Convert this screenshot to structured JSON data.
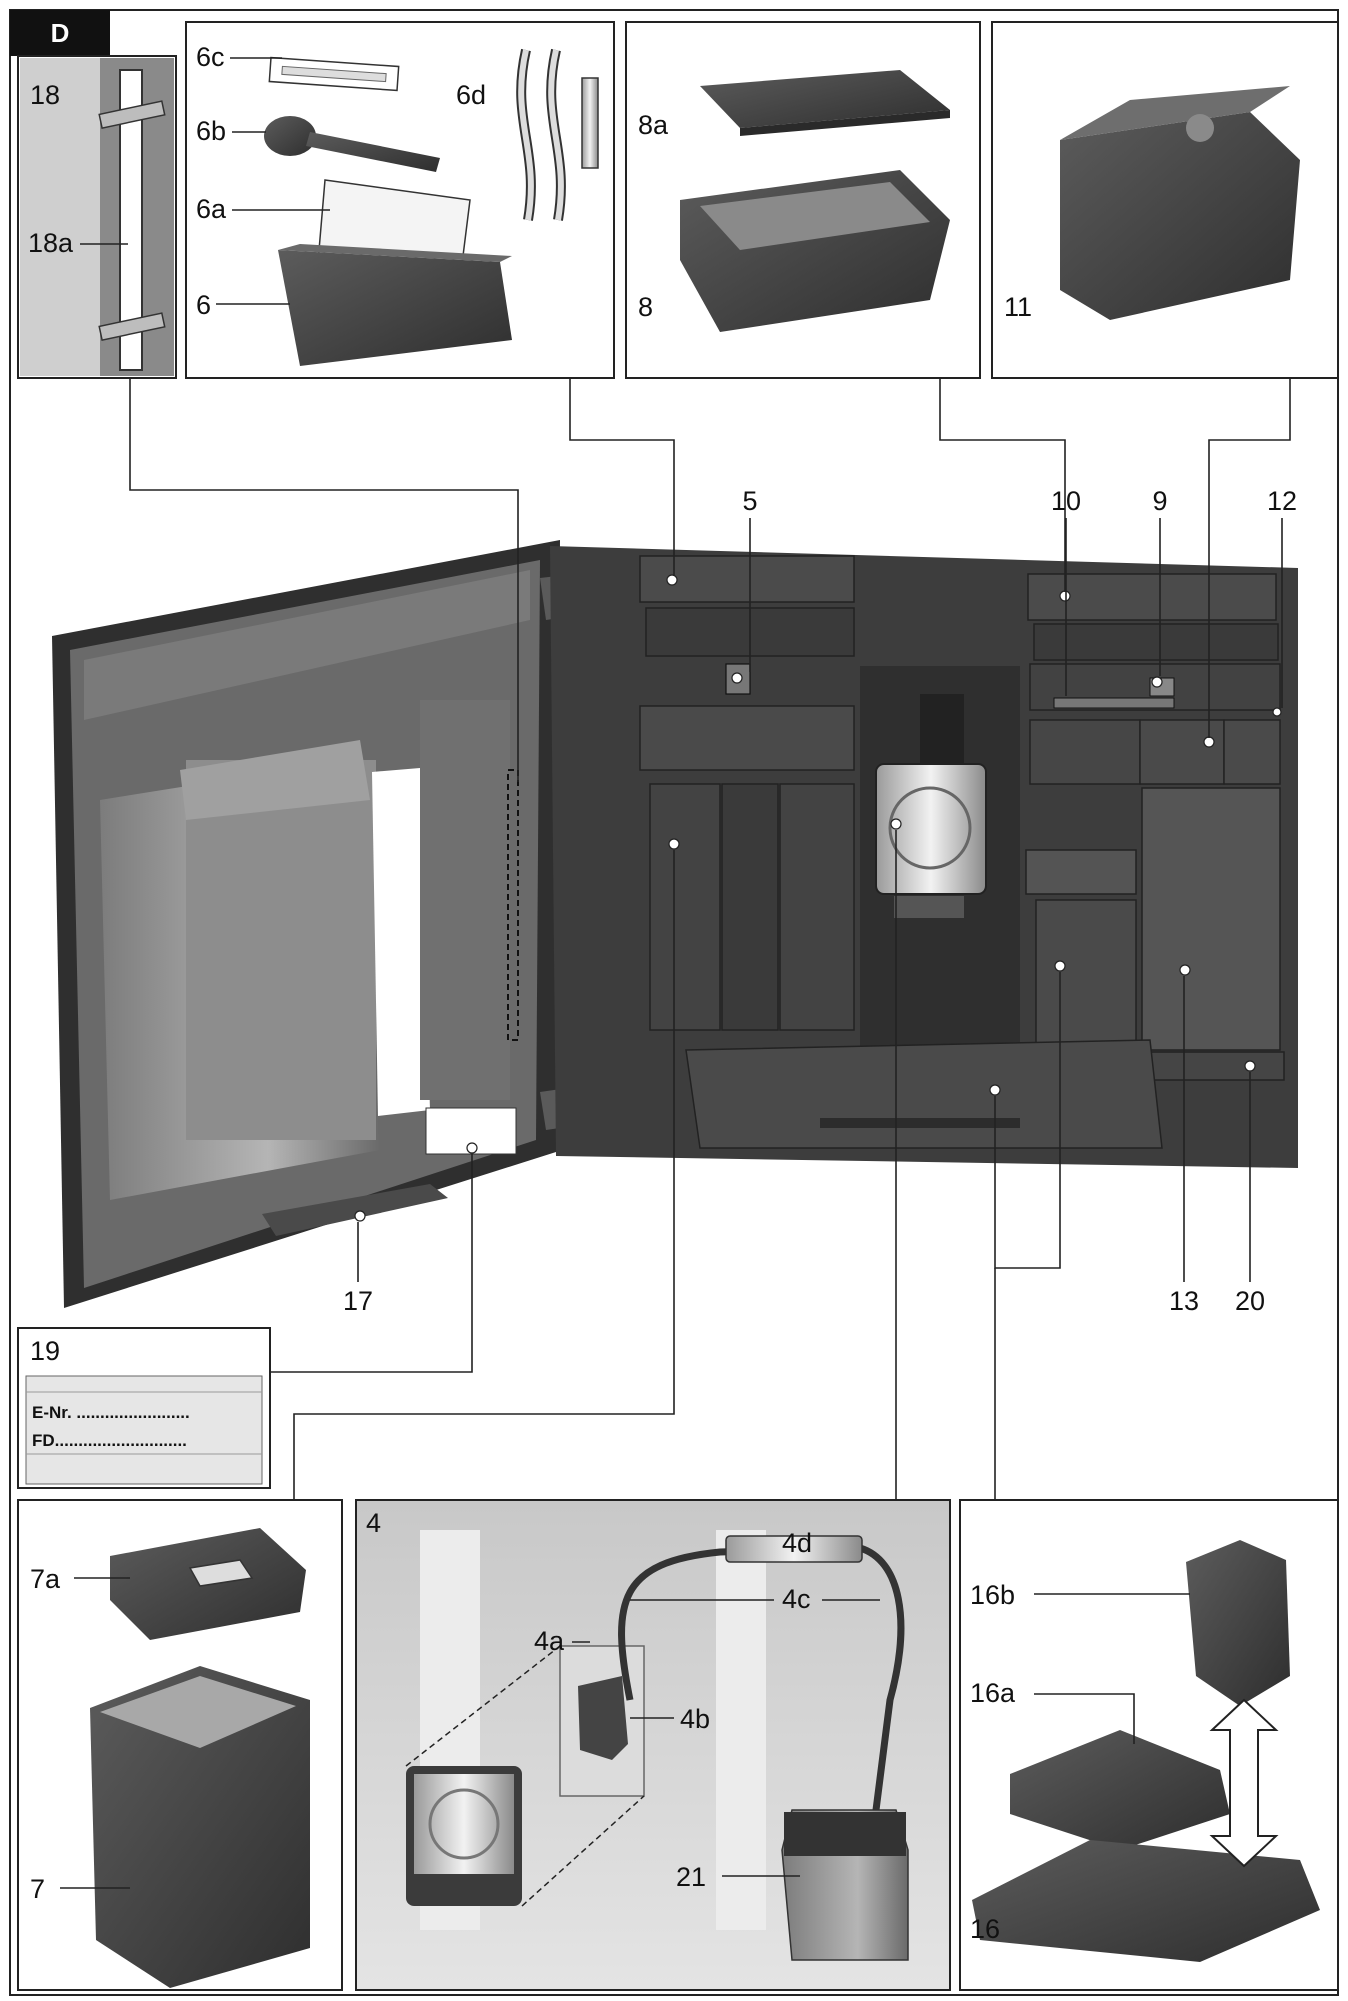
{
  "figure_letter": "D",
  "labels": {
    "l18": "18",
    "l18a": "18a",
    "l6c": "6c",
    "l6b": "6b",
    "l6a": "6a",
    "l6": "6",
    "l6d": "6d",
    "l8a": "8a",
    "l8": "8",
    "l11": "11",
    "l5": "5",
    "l10": "10",
    "l9": "9",
    "l12": "12",
    "l17": "17",
    "l13": "13",
    "l20": "20",
    "l19": "19",
    "l7a": "7a",
    "l7": "7",
    "l4": "4",
    "l4a": "4a",
    "l4b": "4b",
    "l4c": "4c",
    "l4d": "4d",
    "l21": "21",
    "l16b": "16b",
    "l16a": "16a",
    "l16": "16"
  },
  "type_plate": {
    "e_nr": "E-Nr. ........................",
    "fd": "FD............................"
  },
  "colors": {
    "dark": "#3a3a3a",
    "mid": "#5a5a5a",
    "light": "#8a8a8a",
    "panel_bg": "#d8d8d8"
  }
}
